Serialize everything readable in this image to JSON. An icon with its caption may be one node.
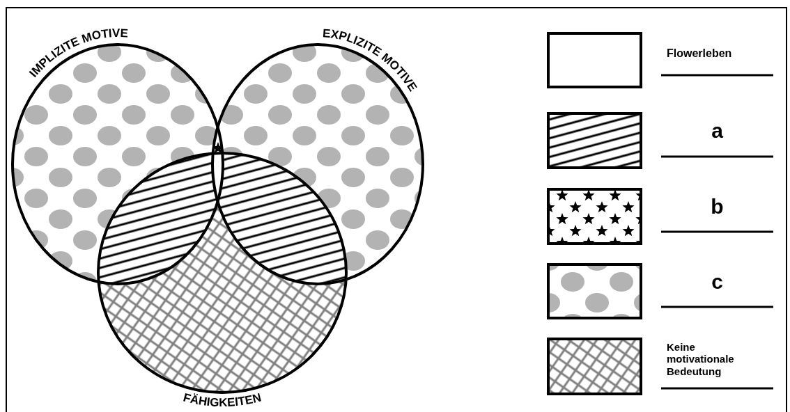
{
  "diagram": {
    "nodes": [
      {
        "text": [
          "IMPLIZITE MOTIVE"
        ]
      },
      {
        "text": [
          "EXPLIZITE MOTIVE"
        ]
      },
      {
        "text": [
          "FÄHIGKEITEN"
        ]
      }
    ],
    "legend": [
      {
        "text": "Flowerleben"
      },
      {
        "text": "a"
      },
      {
        "text": "b"
      },
      {
        "text": "c"
      },
      {
        "text": "Keine motivationale Bedeutung"
      }
    ]
  }
}
